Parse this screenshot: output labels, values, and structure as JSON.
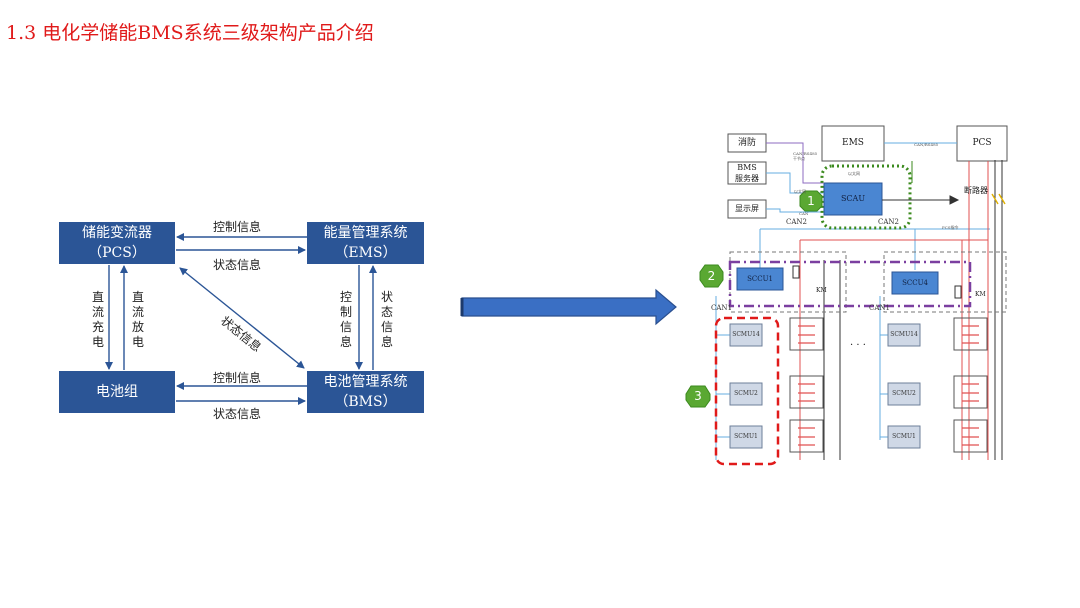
{
  "title": "1.3 电化学储能BMS系统三级架构产品介绍",
  "left_diagram": {
    "pcs": {
      "line1": "储能变流器",
      "line2": "（PCS）"
    },
    "ems": {
      "line1": "能量管理系统",
      "line2": "（EMS）"
    },
    "battery": {
      "line1": "电池组"
    },
    "bms": {
      "line1": "电池管理系统",
      "line2": "（BMS）"
    },
    "top_control": "控制信息",
    "top_status": "状态信息",
    "bottom_control": "控制信息",
    "bottom_status": "状态信息",
    "diag_status": "状态信息",
    "dc_charge": "直流充电",
    "dc_discharge": "直流放电",
    "right_control": "控制信息",
    "right_status": "状态信息"
  },
  "right_diagram": {
    "fire": "消防",
    "bms_server_1": "BMS",
    "bms_server_2": "服务器",
    "display": "显示屏",
    "ems": "EMS",
    "pcs": "PCS",
    "scau": "SCAU",
    "breaker": "断路器",
    "can2_left": "CAN2",
    "can2_right": "CAN2",
    "sccu1": "SCCU1",
    "sccu4": "SCCU4",
    "km_left": "KM",
    "km_right": "KM",
    "can1_left": "CAN1",
    "can1_right": "CAN1",
    "scmu14_left": "SCMU14",
    "scmu2_left": "SCMU2",
    "scmu1_left": "SCMU1",
    "scmu14_right": "SCMU14",
    "scmu2_right": "SCMU2",
    "scmu1_right": "SCMU1",
    "ellipsis": "· · ·",
    "badge1": "1",
    "badge2": "2",
    "badge3": "3",
    "small_fire_note": "CAN/RS485\n干节点",
    "small_ems_note": "CAN/RS485",
    "small_eth": "以太网",
    "small_eth2": "以太网",
    "small_can": "CAN",
    "small_pcs_cmd": "PCS指令"
  },
  "colors": {
    "title": "#e01a1a",
    "box_blue": "#2b5596",
    "arrow_blue": "#3a6fc4",
    "green_dotted": "#3b8a1e",
    "purple_dash": "#7b3fa0",
    "red_dash": "#e01a1a",
    "badge_green": "#5aa832"
  }
}
